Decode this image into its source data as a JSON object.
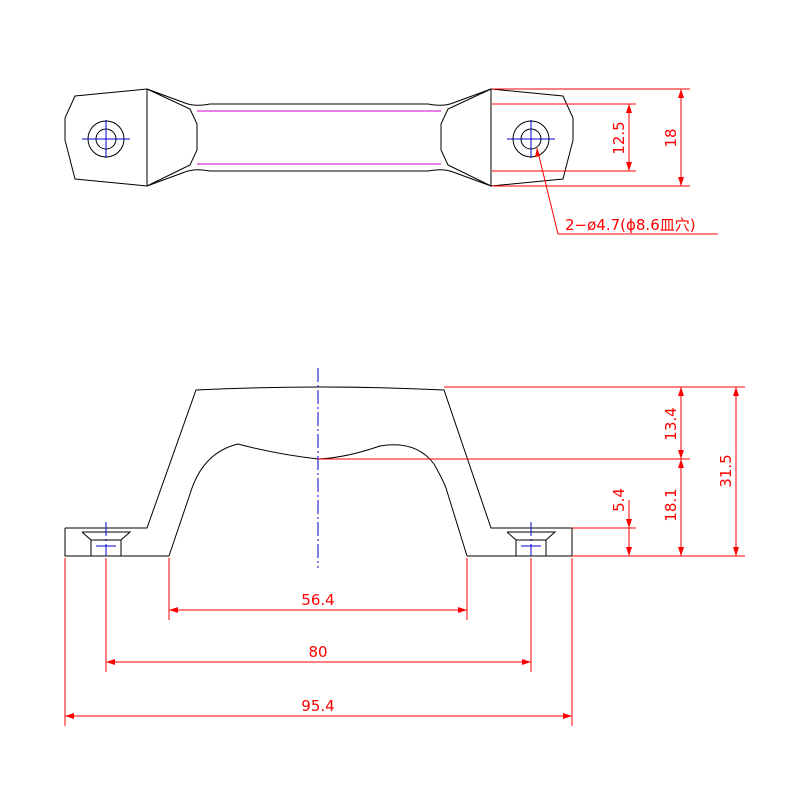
{
  "top_view": {
    "dim_inner_height": "12.5",
    "dim_outer_height": "18",
    "hole_callout": "2−ø4.7(ϕ8.6皿穴)"
  },
  "front_view": {
    "dim_top_thickness": "13.4",
    "dim_opening_height": "18.1",
    "dim_total_height": "31.5",
    "dim_base_thickness": "5.4",
    "dim_inner_width": "56.4",
    "dim_hole_pitch": "80",
    "dim_overall_width": "95.4"
  },
  "colors": {
    "outline": "#000000",
    "dimension": "#ff0000",
    "centerline": "#0000cc",
    "hidden_edge": "#d000d0"
  }
}
